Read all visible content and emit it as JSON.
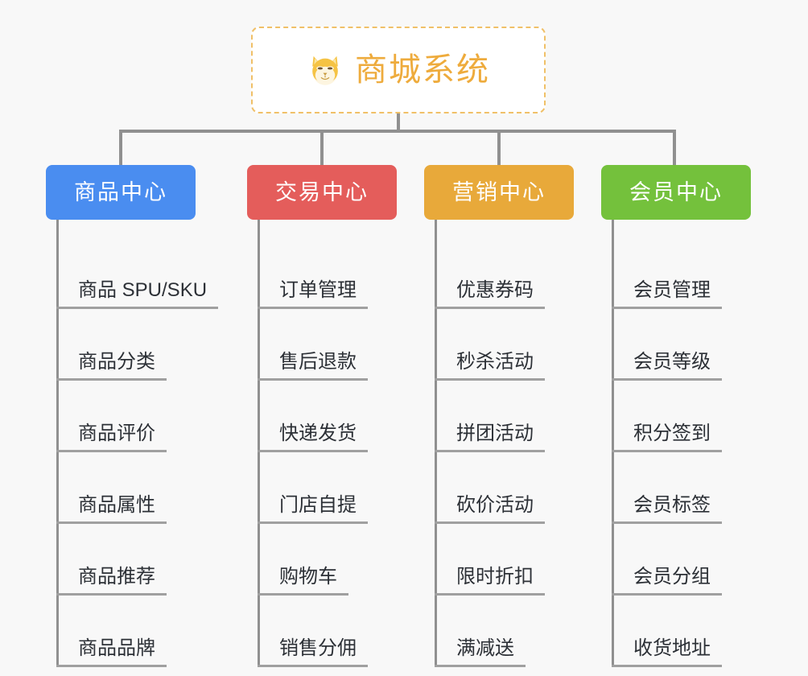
{
  "root": {
    "title": "商城系统",
    "icon": "shiba-dog-emoji",
    "border_color": "#f0c068",
    "text_color": "#eeab3c",
    "background": "#ffffff"
  },
  "canvas": {
    "background": "#f8f8f8",
    "connector_color": "#909090"
  },
  "branches": [
    {
      "id": "product-center",
      "label": "商品中心",
      "color": "#4a8df0",
      "items": [
        "商品 SPU/SKU",
        "商品分类",
        "商品评价",
        "商品属性",
        "商品推荐",
        "商品品牌"
      ]
    },
    {
      "id": "trade-center",
      "label": "交易中心",
      "color": "#e45d5b",
      "items": [
        "订单管理",
        "售后退款",
        "快递发货",
        "门店自提",
        "购物车",
        "销售分佣"
      ]
    },
    {
      "id": "marketing-center",
      "label": "营销中心",
      "color": "#e8a93a",
      "items": [
        "优惠券码",
        "秒杀活动",
        "拼团活动",
        "砍价活动",
        "限时折扣",
        "满减送"
      ]
    },
    {
      "id": "member-center",
      "label": "会员中心",
      "color": "#74c13c",
      "items": [
        "会员管理",
        "会员等级",
        "积分签到",
        "会员标签",
        "会员分组",
        "收货地址"
      ]
    }
  ]
}
